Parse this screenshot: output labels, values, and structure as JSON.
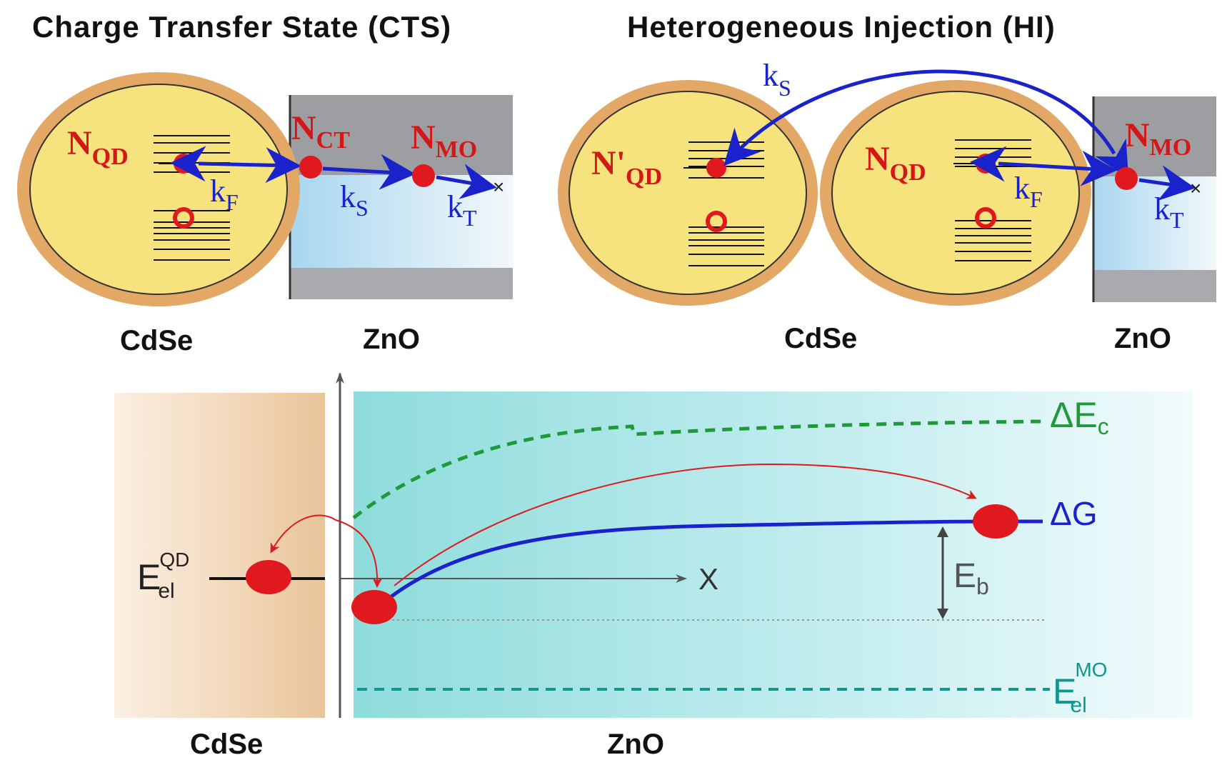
{
  "panels": {
    "cts": {
      "title": "Charge Transfer State (CTS)",
      "label_qd_state": "N",
      "label_qd_sub": "QD",
      "label_ct_state": "N",
      "label_ct_sub": "CT",
      "label_mo_state": "N",
      "label_mo_sub": "MO",
      "rate_f": "k",
      "rate_f_sub": "F",
      "rate_s": "k",
      "rate_s_sub": "S",
      "rate_t": "k",
      "rate_t_sub": "T",
      "cross": "×",
      "region_left": "CdSe",
      "region_right": "ZnO"
    },
    "hi": {
      "title": "Heterogeneous Injection (HI)",
      "label_qd2_state": "N'",
      "label_qd2_sub": "QD",
      "label_qd_state": "N",
      "label_qd_sub": "QD",
      "label_mo_state": "N",
      "label_mo_sub": "MO",
      "rate_s": "k",
      "rate_s_sub": "S",
      "rate_f": "k",
      "rate_f_sub": "F",
      "rate_t": "k",
      "rate_t_sub": "T",
      "cross": "×",
      "region_left": "CdSe",
      "region_right": "ZnO"
    }
  },
  "energy_diagram": {
    "delta_ec": "ΔE",
    "delta_ec_sub": "c",
    "delta_g": "ΔG",
    "e_el_qd": "E",
    "e_el_qd_sup": "QD",
    "e_el_qd_sub": "el",
    "x_axis": "X",
    "e_b": "E",
    "e_b_sub": "b",
    "e_el_mo": "E",
    "e_el_mo_sup": "MO",
    "e_el_mo_sub": "el",
    "region_left": "CdSe",
    "region_right": "ZnO"
  },
  "colors": {
    "red": "#e0191f",
    "blue": "#1a22cc",
    "green_dashed": "#1e9a3a",
    "teal_dashed": "#12958f",
    "qd_fill": "#f7e37e",
    "qd_shell": "#e3a866",
    "zno_gray": "#9d9ea2"
  }
}
